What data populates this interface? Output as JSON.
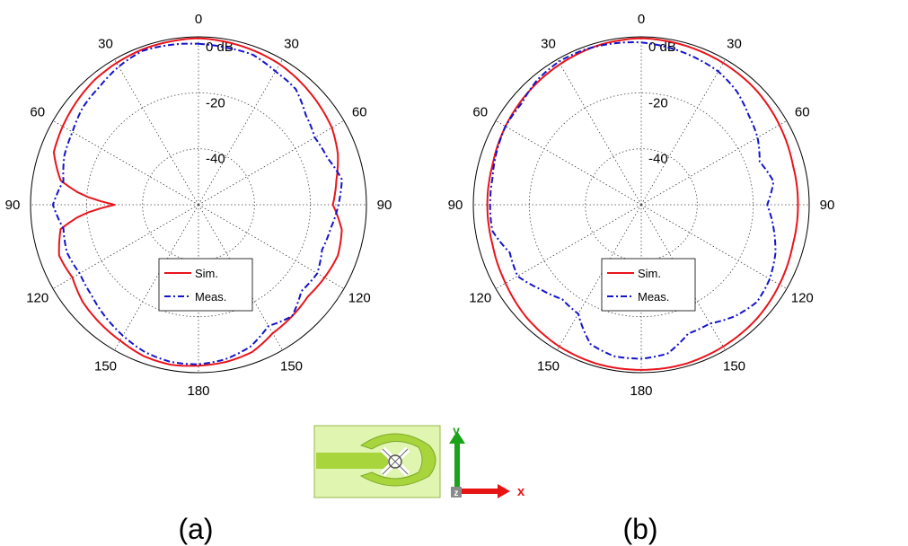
{
  "chart_data": [
    {
      "type": "polar-line",
      "panel_label": "(a)",
      "r_unit": "dB",
      "r_range": [
        -60,
        0
      ],
      "r_ticks": [
        {
          "value": 0,
          "label": "0 dB"
        },
        {
          "value": -20,
          "label": "-20"
        },
        {
          "value": -40,
          "label": "-40"
        }
      ],
      "angle_ticks": [
        {
          "angle": 0,
          "label": "0"
        },
        {
          "angle": 30,
          "label": "30"
        },
        {
          "angle": 60,
          "label": "60"
        },
        {
          "angle": 90,
          "label": "90"
        },
        {
          "angle": 120,
          "label": "120"
        },
        {
          "angle": 150,
          "label": "150"
        },
        {
          "angle": 180,
          "label": "180"
        },
        {
          "angle": 210,
          "label": "150"
        },
        {
          "angle": 240,
          "label": "120"
        },
        {
          "angle": 270,
          "label": "90"
        },
        {
          "angle": 300,
          "label": "60"
        },
        {
          "angle": 330,
          "label": "30"
        }
      ],
      "grid": true,
      "legend_position": "lower-center",
      "series": [
        {
          "name": "Sim.",
          "color": "#e8141b",
          "style": "solid",
          "angles": [
            0,
            10,
            20,
            30,
            40,
            50,
            60,
            70,
            80,
            90,
            100,
            110,
            120,
            130,
            140,
            150,
            160,
            170,
            180,
            190,
            200,
            210,
            220,
            230,
            240,
            250,
            260,
            265,
            270,
            275,
            280,
            290,
            300,
            310,
            320,
            330,
            340,
            350
          ],
          "values": [
            -0.5,
            -1,
            -1.5,
            -2,
            -3,
            -4,
            -5,
            -7,
            -10,
            -12,
            -8,
            -7,
            -8,
            -9,
            -8,
            -7,
            -4,
            -3,
            -2.5,
            -2,
            -2.5,
            -4,
            -5,
            -6,
            -8,
            -7,
            -10,
            -18,
            -30,
            -18,
            -10,
            -5,
            -4,
            -3,
            -2,
            -1.5,
            -1,
            -0.8
          ]
        },
        {
          "name": "Meas.",
          "color": "#1414c8",
          "style": "dashdot",
          "angles": [
            0,
            10,
            20,
            30,
            40,
            50,
            60,
            70,
            80,
            90,
            100,
            110,
            120,
            130,
            140,
            150,
            160,
            170,
            180,
            190,
            200,
            210,
            220,
            230,
            240,
            250,
            260,
            270,
            280,
            290,
            300,
            310,
            320,
            330,
            340,
            350
          ],
          "values": [
            -2.5,
            -3,
            -3,
            -5,
            -6,
            -10,
            -12,
            -11,
            -8,
            -10,
            -12,
            -13,
            -11,
            -12,
            -8,
            -10,
            -6,
            -4,
            -3,
            -3,
            -4,
            -6,
            -8,
            -10,
            -11,
            -10,
            -11,
            -8,
            -11,
            -9,
            -8,
            -6,
            -5,
            -3,
            -1.5,
            -2
          ]
        }
      ]
    },
    {
      "type": "polar-line",
      "panel_label": "(b)",
      "r_unit": "dB",
      "r_range": [
        -60,
        0
      ],
      "r_ticks": [
        {
          "value": 0,
          "label": "0 dB"
        },
        {
          "value": -20,
          "label": "-20"
        },
        {
          "value": -40,
          "label": "-40"
        }
      ],
      "angle_ticks": [
        {
          "angle": 0,
          "label": "0"
        },
        {
          "angle": 30,
          "label": "30"
        },
        {
          "angle": 60,
          "label": "60"
        },
        {
          "angle": 90,
          "label": "90"
        },
        {
          "angle": 120,
          "label": "120"
        },
        {
          "angle": 150,
          "label": "150"
        },
        {
          "angle": 180,
          "label": "180"
        },
        {
          "angle": 210,
          "label": "150"
        },
        {
          "angle": 240,
          "label": "120"
        },
        {
          "angle": 270,
          "label": "90"
        },
        {
          "angle": 300,
          "label": "60"
        },
        {
          "angle": 330,
          "label": "30"
        }
      ],
      "grid": true,
      "legend_position": "lower-center",
      "series": [
        {
          "name": "Sim.",
          "color": "#e8141b",
          "style": "solid",
          "angles": [
            0,
            15,
            30,
            45,
            60,
            75,
            90,
            105,
            120,
            135,
            150,
            165,
            180,
            195,
            210,
            225,
            240,
            255,
            270,
            285,
            300,
            315,
            330,
            345
          ],
          "values": [
            -0.5,
            -1,
            -1.5,
            -2,
            -3,
            -4,
            -4,
            -4,
            -3,
            -2,
            -1.5,
            -1,
            -1,
            -1,
            -1.5,
            -2.5,
            -4,
            -5,
            -5,
            -5,
            -4,
            -3,
            -2,
            -1
          ]
        },
        {
          "name": "Meas.",
          "color": "#1414c8",
          "style": "dashdot",
          "angles": [
            0,
            10,
            20,
            30,
            40,
            50,
            60,
            70,
            80,
            90,
            100,
            110,
            120,
            130,
            140,
            150,
            160,
            170,
            180,
            190,
            200,
            210,
            220,
            230,
            240,
            250,
            260,
            270,
            280,
            290,
            300,
            310,
            320,
            330,
            340,
            350
          ],
          "values": [
            -2,
            -3,
            -4,
            -5,
            -7,
            -10,
            -12,
            -15,
            -12,
            -15,
            -12,
            -9,
            -7,
            -6,
            -8,
            -11,
            -11,
            -6,
            -5,
            -5,
            -7,
            -15,
            -16,
            -13,
            -9,
            -10,
            -6,
            -6,
            -6,
            -5,
            -4,
            -4,
            -2,
            -1,
            -1,
            -1.5
          ]
        }
      ]
    }
  ],
  "inset": {
    "axis_y": "y",
    "axis_z": "z",
    "axis_x": "x"
  }
}
